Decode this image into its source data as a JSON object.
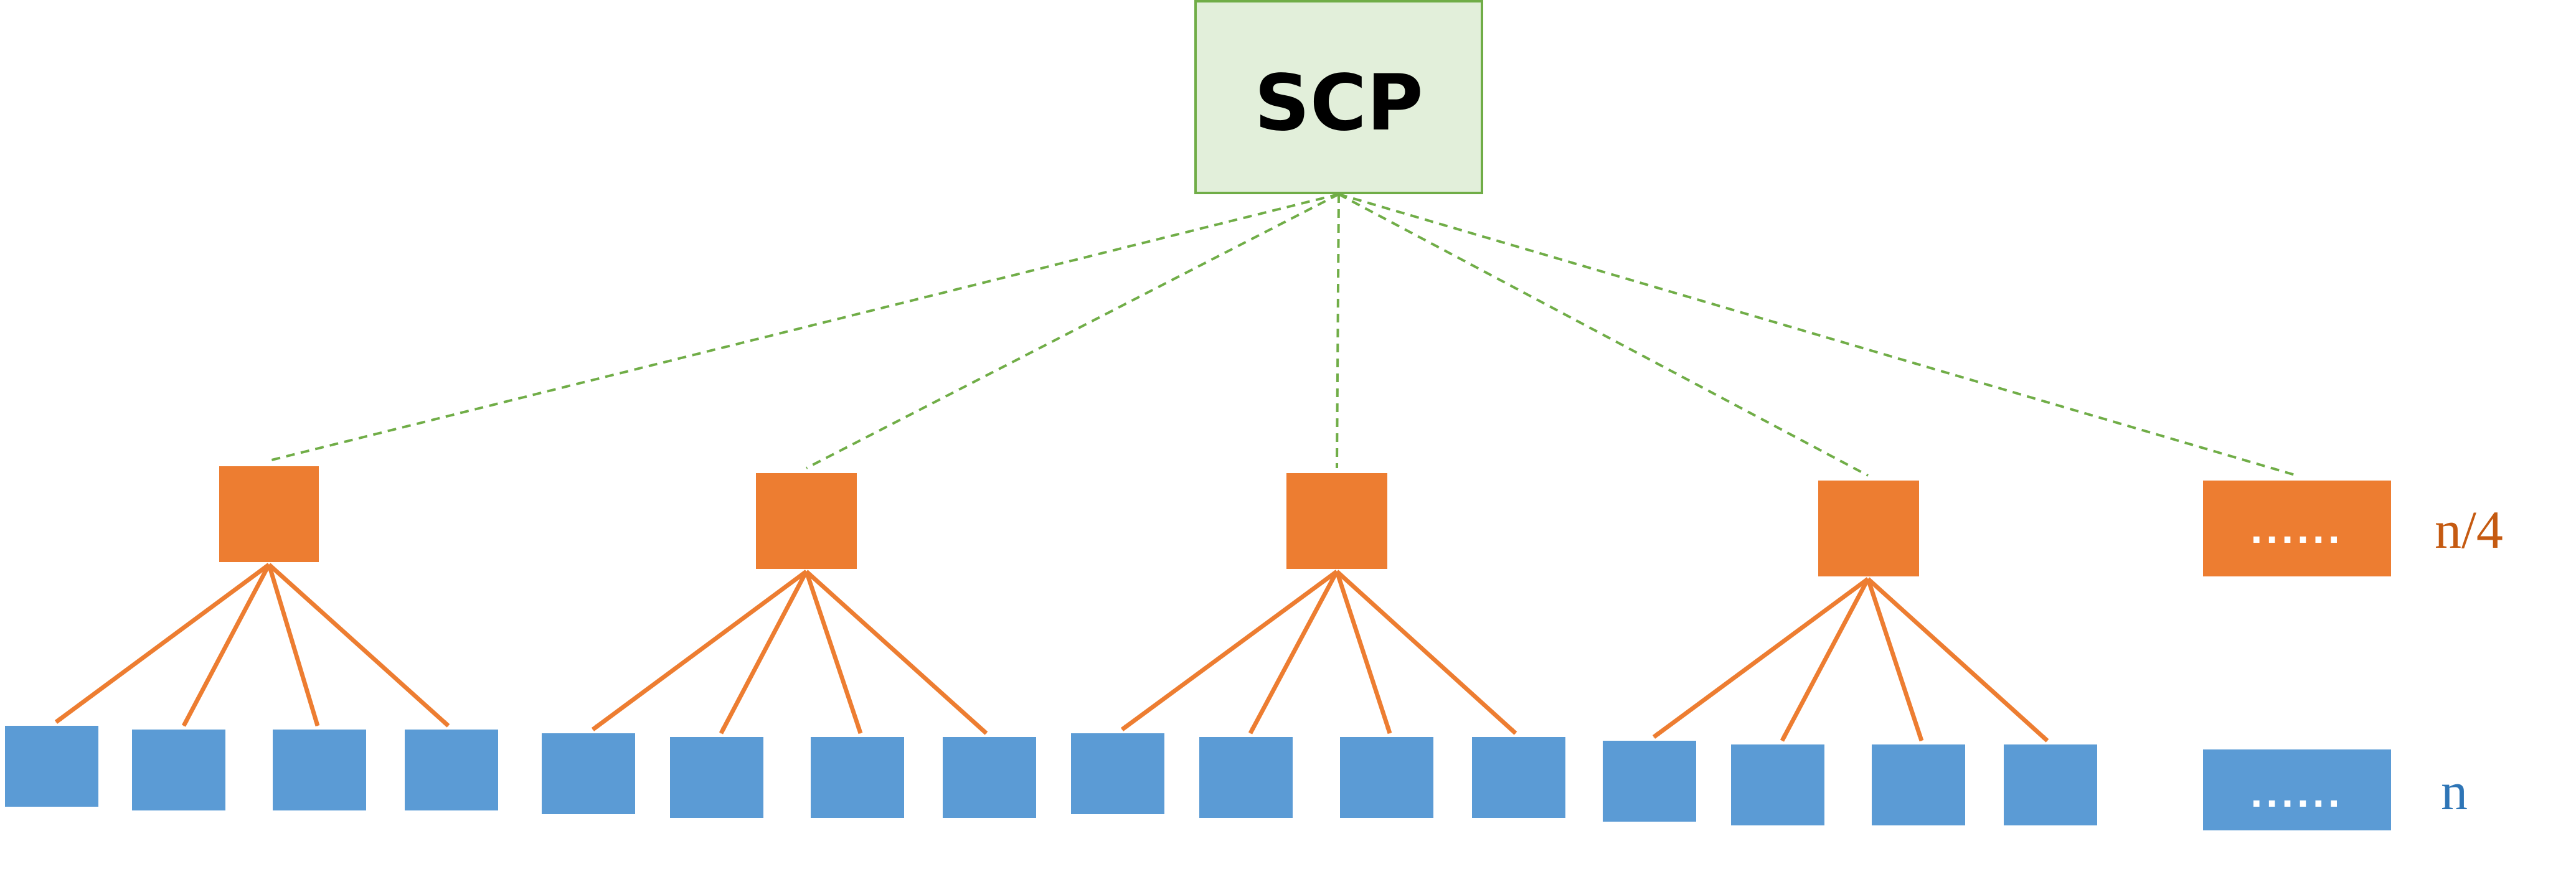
{
  "root": {
    "label": "SCP",
    "fill": "#e2efda",
    "stroke": "#70ad47",
    "text_color": "#000000"
  },
  "edge_colors": {
    "dashed_link": "#70ad47",
    "arrow": "#ed7d31"
  },
  "middle_row": {
    "fill": "#ed7d31",
    "node_count": 4,
    "ellipsis_text": "......",
    "row_label": "n/4",
    "row_label_color": "#c55a11"
  },
  "bottom_row": {
    "fill": "#5b9bd5",
    "children_per_parent": 4,
    "ellipsis_text": "......",
    "row_label": "n",
    "row_label_color": "#2e75b6"
  }
}
